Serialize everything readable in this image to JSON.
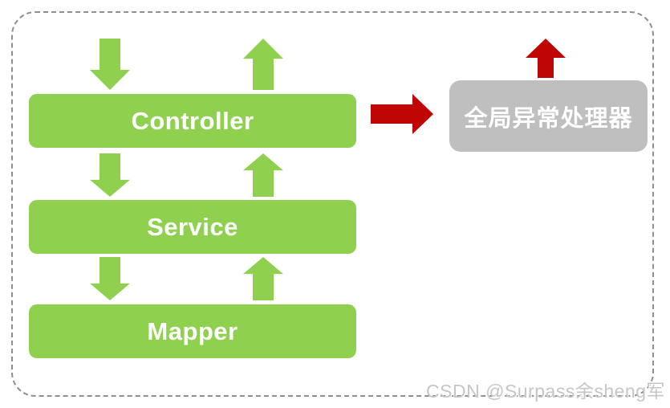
{
  "diagram": {
    "layers": [
      {
        "label": "Controller"
      },
      {
        "label": "Service"
      },
      {
        "label": "Mapper"
      }
    ],
    "handler": {
      "label": "全局异常处理器"
    },
    "flows": [
      {
        "from": "caller",
        "to": "Controller",
        "direction": "down"
      },
      {
        "from": "Controller",
        "to": "caller",
        "direction": "up"
      },
      {
        "from": "Controller",
        "to": "Service",
        "direction": "down"
      },
      {
        "from": "Service",
        "to": "Controller",
        "direction": "up"
      },
      {
        "from": "Service",
        "to": "Mapper",
        "direction": "down"
      },
      {
        "from": "Mapper",
        "to": "Service",
        "direction": "up"
      },
      {
        "from": "Controller",
        "to": "全局异常处理器",
        "direction": "right"
      },
      {
        "from": "全局异常处理器",
        "to": "caller",
        "direction": "up"
      }
    ]
  },
  "icons": {
    "down_arrow": "⬇",
    "up_arrow": "⬆",
    "right_arrow": "➡"
  },
  "watermark": {
    "text": "CSDN @Surpass余sheng军"
  },
  "colors": {
    "green": "#8FD14F",
    "red": "#C00505",
    "gray": "#BFBFBF",
    "frame": "#8F8F8F",
    "text": "#FFFFFF",
    "watermark": "#C6C6C6"
  }
}
